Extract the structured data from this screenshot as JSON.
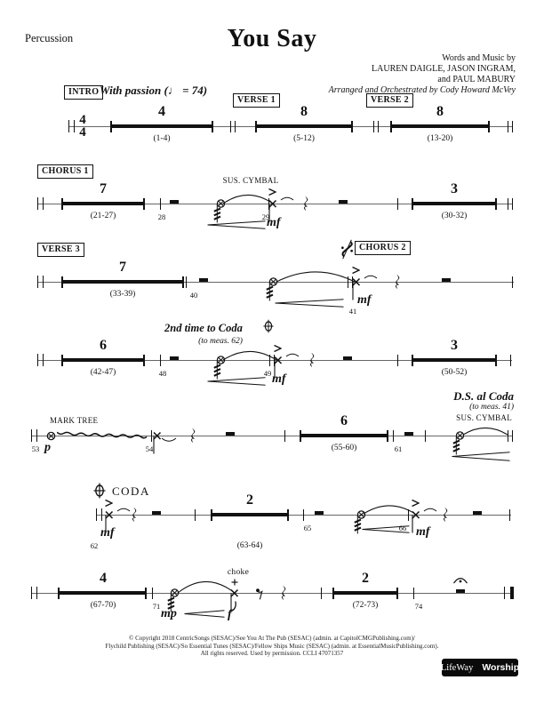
{
  "header": {
    "instrument": "Percussion",
    "title": "You Say",
    "credits": [
      "Words and Music by",
      "LAUREN DAIGLE, JASON INGRAM,",
      "and PAUL MABURY",
      "Arranged and Orchestrated by Cody Howard McVey"
    ]
  },
  "s1": {
    "intro": "INTRO",
    "tempo": "With passion (♩ = 74)",
    "ts_top": "4",
    "ts_bottom": "4",
    "r1": {
      "n": "4",
      "r": "(1-4)"
    },
    "verse1": "VERSE 1",
    "r2": {
      "n": "8",
      "r": "(5-12)"
    },
    "verse2": "VERSE 2",
    "r3": {
      "n": "8",
      "r": "(13-20)"
    }
  },
  "s2": {
    "label": "CHORUS 1",
    "r1": {
      "n": "7",
      "r": "(21-27)"
    },
    "m28": "28",
    "cym": "SUS. CYMBAL",
    "m29": "29",
    "mf": "mf",
    "r2": {
      "n": "3",
      "r": "(30-32)"
    }
  },
  "s3": {
    "label": "VERSE 3",
    "r1": {
      "n": "7",
      "r": "(33-39)"
    },
    "m40": "40",
    "label2": "CHORUS 2",
    "m41": "41",
    "mf": "mf"
  },
  "s4": {
    "coda_text": "2nd time to Coda",
    "coda_sub": "(to meas. 62)",
    "r1": {
      "n": "6",
      "r": "(42-47)"
    },
    "m48": "48",
    "m49": "49",
    "mf": "mf",
    "r2": {
      "n": "3",
      "r": "(50-52)"
    }
  },
  "s5": {
    "marktree": "MARK TREE",
    "m53": "53",
    "p": "p",
    "m54": "54",
    "r1": {
      "n": "6",
      "r": "(55-60)"
    },
    "m61": "61",
    "ds": "D.S. al Coda",
    "ds_sub": "(to meas. 41)",
    "cym": "SUS. CYMBAL"
  },
  "s6": {
    "coda_label": "CODA",
    "m62": "62",
    "mf1": "mf",
    "r1": {
      "n": "2",
      "r": "(63-64)"
    },
    "m65": "65",
    "m66": "66",
    "mf2": "mf"
  },
  "s7": {
    "r1": {
      "n": "4",
      "r": "(67-70)"
    },
    "m71": "71",
    "mp": "mp",
    "f": "f",
    "choke": "choke",
    "r2": {
      "n": "2",
      "r": "(72-73)"
    },
    "m74": "74"
  },
  "footer": {
    "c1": "© Copyright 2018 CentricSongs (SESAC)/See You At The Pub (SESAC) (admin. at CapitolCMGPublishing.com)/",
    "c2": "Flychild Publishing (SESAC)/So Essential Tunes (SESAC)/Fellow Ships Music (SESAC) (admin. at EssentialMusicPublishing.com).",
    "c3": "All rights reserved. Used by permission. CCLI 47071357",
    "logo1": "LifeWay",
    "logo2": "Worship"
  }
}
